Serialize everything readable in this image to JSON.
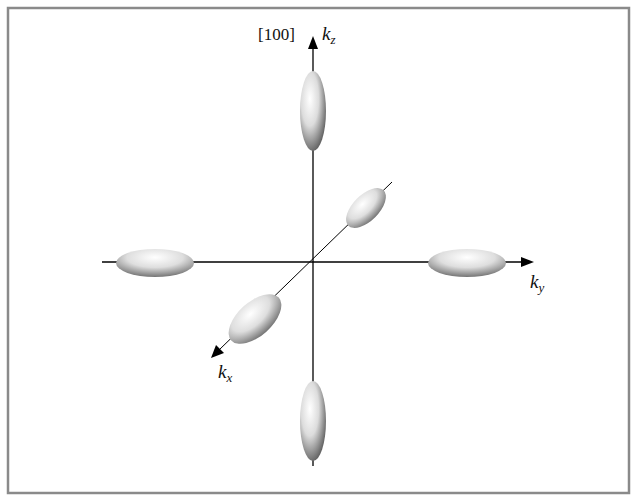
{
  "diagram": {
    "labels": [
      "[100]",
      "kz",
      "ky",
      "kx"
    ]
  }
}
